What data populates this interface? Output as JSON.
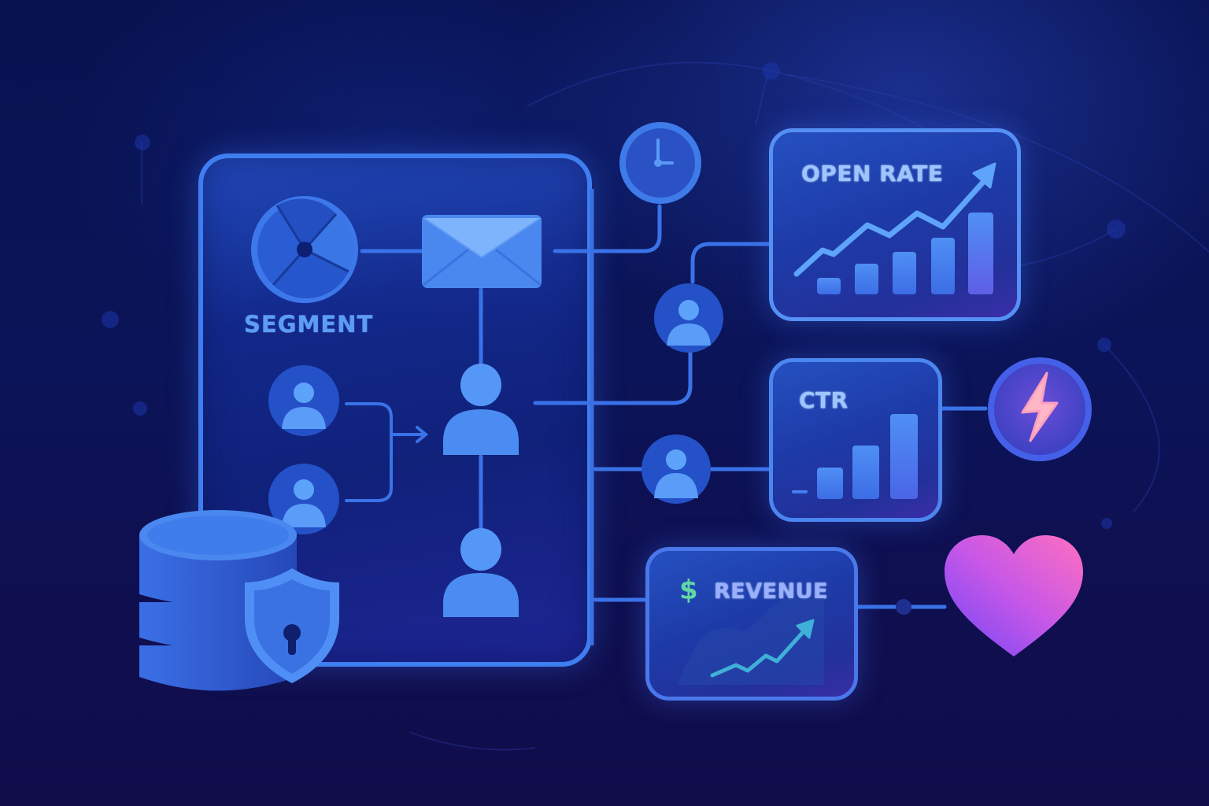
{
  "illustration": {
    "theme": "email marketing automation flow",
    "colors": {
      "background_top": "#081250",
      "background_bottom": "#110c4a",
      "accent_blue": "#3f7ef0",
      "node_blue": "#4a8cf2",
      "text_blue": "#9ec5ff",
      "revenue_green": "#5fd6a4",
      "heart_pink": "#f06bc8",
      "heart_purple": "#7c4cf5",
      "bolt_pink": "#ffb3c6"
    }
  },
  "flow_panel": {
    "segment_label": "SEGMENT",
    "nodes": [
      {
        "name": "segment-pie-icon"
      },
      {
        "name": "email-envelope-icon"
      },
      {
        "name": "user-node-left-top"
      },
      {
        "name": "user-node-left-bottom"
      },
      {
        "name": "user-node-center-top"
      },
      {
        "name": "user-node-center-bottom"
      }
    ]
  },
  "side_nodes": {
    "clock": "clock-icon",
    "user_upper": "user-icon",
    "user_lower": "user-icon",
    "bolt": "lightning-icon",
    "heart": "heart-icon"
  },
  "database": {
    "icon": "database-icon",
    "badge": "shield-lock-icon"
  },
  "cards": {
    "open_rate": {
      "title": "OPEN RATE",
      "bars": [
        8,
        16,
        22,
        30,
        42
      ],
      "trend": "up"
    },
    "ctr": {
      "title": "CTR",
      "bars": [
        2,
        15,
        26,
        40
      ],
      "trend": "up"
    },
    "revenue": {
      "currency_symbol": "$",
      "title": "REVENUE",
      "trend": "up"
    }
  }
}
